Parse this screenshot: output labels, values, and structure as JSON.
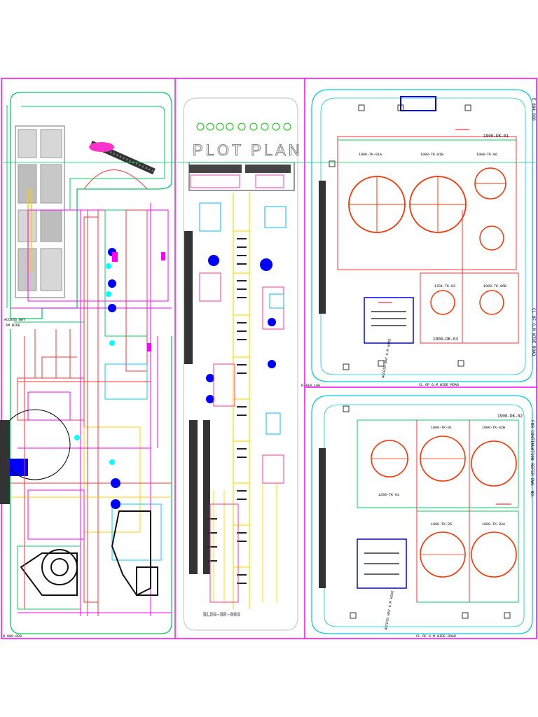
{
  "drawing": {
    "title_block_text": "PLOT PLAN",
    "label_access_way_left": "ACCESS WAY",
    "label_access_way_left_2": "6M WIDE",
    "label_road_top_right": "CL OF 6.M WIDE ROAD",
    "label_road_bottom_right": "CL OF 6.M WIDE ROAD",
    "label_road_right_vertical": "CL OF 6.M WIDE ROAD",
    "label_continuation": "FOR CONTINUATION REFER DWG. NO.",
    "label_easting": "E 884.000",
    "label_northing": "N 886.000",
    "label_access_way_bottom": "ACCESS WAY 6.M WIDE",
    "label_access_way_mid": "ACCESS WAY 6.M WIDE",
    "label_coord_mid": "N 414.100",
    "label_bldg_bottom_mid": "BLDG-BR-003",
    "tanks_top": [
      {
        "tag": "1900-TK-01A"
      },
      {
        "tag": "1900-TK-01B"
      },
      {
        "tag": "1900-TK-06"
      }
    ],
    "dyke_top_1": "1900-DK-01",
    "dyke_top_3": "1900-DK-03",
    "tank_mid_1": "1701-TK-03",
    "tank_mid_2": "1900-TK-06B",
    "dyke_bottom": "1900-DK-02",
    "tanks_bottom": [
      {
        "tag": "1900-TK-01"
      },
      {
        "tag": "1900-TK-02B"
      },
      {
        "tag": "1900-TK-02A"
      },
      {
        "tag": "1900-TK-05"
      }
    ],
    "tank_bottom_small": "1200-TK-01"
  }
}
